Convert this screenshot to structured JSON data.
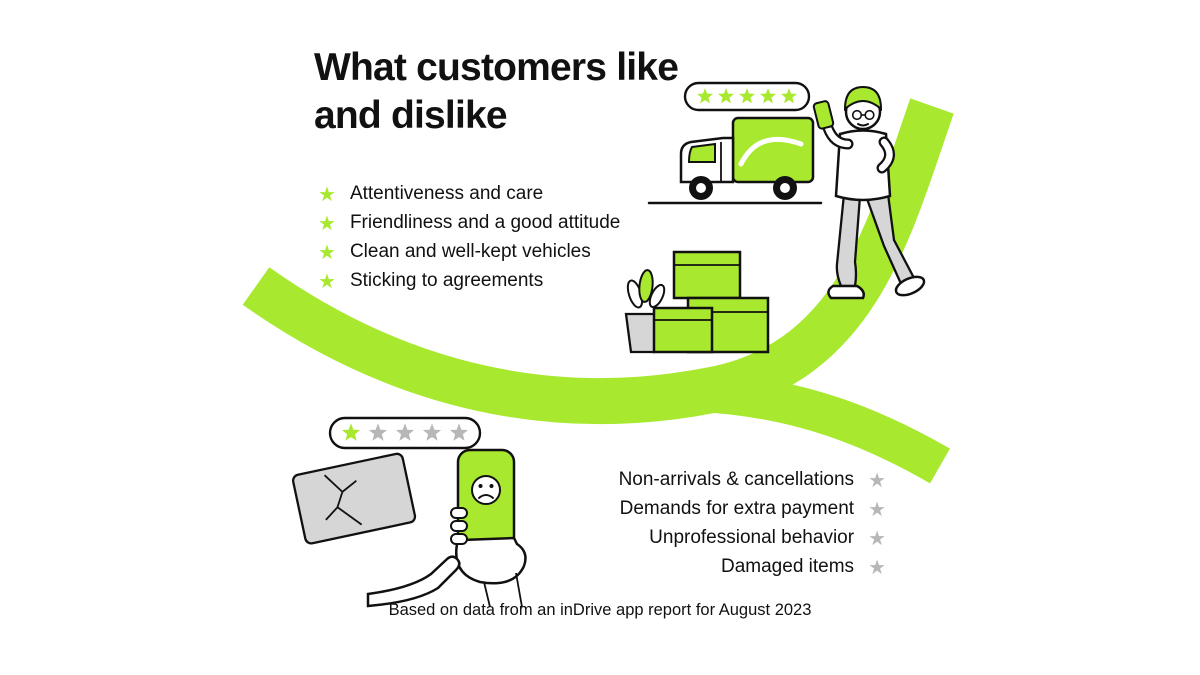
{
  "colors": {
    "accent": "#A8E92F",
    "star_gray": "#B7B7B7",
    "illustration_gray": "#D6D6D6",
    "text": "#111111"
  },
  "icons": {
    "star": "★"
  },
  "header": {
    "title": "What customers like and dislike"
  },
  "likes": {
    "items": [
      "Attentiveness and care",
      "Friendliness and a good attitude",
      "Clean and well-kept vehicles",
      "Sticking to agreements"
    ]
  },
  "dislikes": {
    "items": [
      "Non-arrivals & cancellations",
      "Demands for extra payment",
      "Unprofessional behavior",
      "Damaged items"
    ]
  },
  "ratings": {
    "positive": {
      "filled": 5,
      "total": 5
    },
    "negative": {
      "filled": 1,
      "total": 5
    }
  },
  "footer": {
    "source": "Based on data from an inDrive app report for August 2023"
  }
}
